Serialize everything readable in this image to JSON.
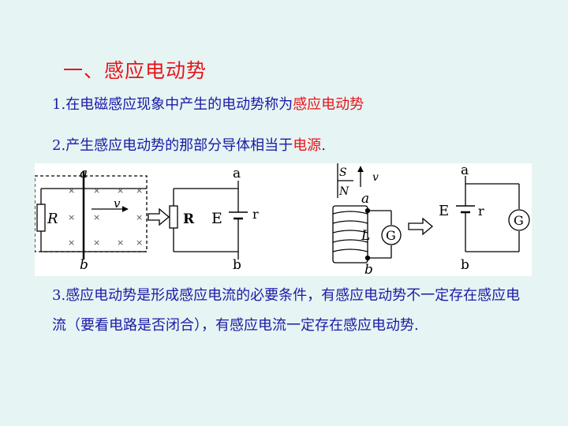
{
  "slide": {
    "title": "一、感应电动势",
    "line1_prefix": "1.",
    "line1_text": "在电磁感应现象中产生的电动势称为",
    "line1_term": "感应电动势",
    "line2_prefix": "2.",
    "line2_text": "产生感应电动势的那部分导体相当于",
    "line2_term": "电源",
    "line2_suffix": ".",
    "para3_prefix": "3.",
    "para3_text": "感应电动势是形成感应电流的必要条件，有感应电动势不一定存在感应电流（要看电路是否闭合），有感应电流一定存在感应电动势."
  },
  "figure": {
    "rail_top": "a",
    "rail_bottom": "b",
    "resistor_R": "R",
    "velocity": "v",
    "cross_mark": "×",
    "eq_resistor": "R",
    "emf": "E",
    "internal_r": "r",
    "eq_top": "a",
    "eq_bottom": "b",
    "magnet_S": "S",
    "magnet_N": "N",
    "magnet_v": "v",
    "coil_top": "a",
    "coil_bottom": "b",
    "inductor": "L",
    "galvanometer": "G",
    "eq2_emf": "E",
    "eq2_r": "r",
    "eq2_top": "a",
    "eq2_bottom": "b",
    "eq2_galvanometer": "G"
  },
  "colors": {
    "title": "#e8141b",
    "body_text": "#1a1aa6",
    "emphasis": "#e8141b",
    "background": "#e6f4f3"
  }
}
